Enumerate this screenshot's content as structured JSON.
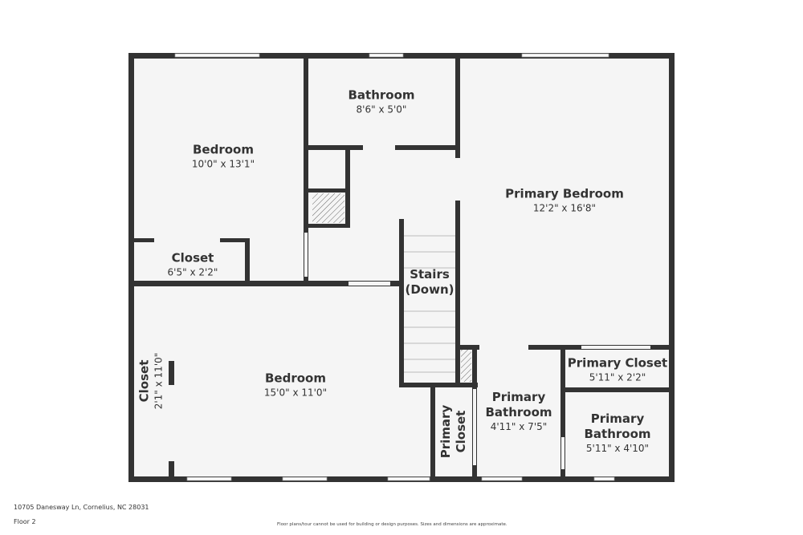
{
  "floor_plan": {
    "rooms": [
      {
        "id": "bathroom",
        "name": "Bathroom",
        "dimensions": "8'6\" x 5'0\""
      },
      {
        "id": "bedroom-1",
        "name": "Bedroom",
        "dimensions": "10'0\" x 13'1\""
      },
      {
        "id": "closet-1",
        "name": "Closet",
        "dimensions": "6'5\" x 2'2\""
      },
      {
        "id": "primary-bedroom",
        "name": "Primary Bedroom",
        "dimensions": "12'2\" x 16'8\""
      },
      {
        "id": "stairs",
        "name": "Stairs",
        "name2": "(Down)"
      },
      {
        "id": "closet-2",
        "name": "Closet",
        "dimensions": "2'1\" x 11'0\""
      },
      {
        "id": "bedroom-2",
        "name": "Bedroom",
        "dimensions": "15'0\" x 11'0\""
      },
      {
        "id": "primary-closet-1",
        "name": "Primary Closet",
        "dimensions": "5'11\" x 2'2\""
      },
      {
        "id": "primary-closet-2",
        "name": "Primary",
        "name2": "Closet"
      },
      {
        "id": "primary-bathroom-1",
        "name": "Primary",
        "name2": "Bathroom",
        "dimensions": "4'11\" x 7'5\""
      },
      {
        "id": "primary-bathroom-2",
        "name": "Primary",
        "name2": "Bathroom",
        "dimensions": "5'11\" x 4'10\""
      }
    ]
  },
  "footer": {
    "address": "10705 Danesway Ln, Cornelius, NC 28031",
    "floor": "Floor 2",
    "disclaimer": "Floor plans/tour cannot be used for building or design purposes. Sizes and dimensions are approximate."
  },
  "colors": {
    "wall": "#333333",
    "floor": "#f5f5f5",
    "window": "#ffffff"
  }
}
